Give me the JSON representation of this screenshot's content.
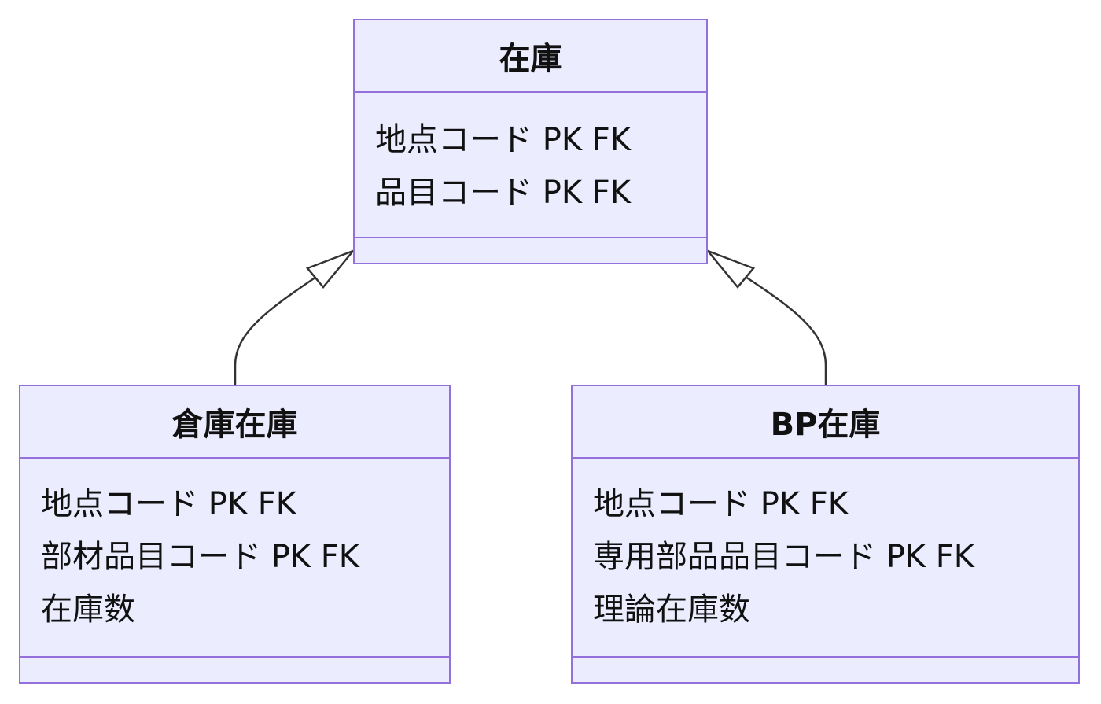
{
  "diagram": {
    "classes": [
      {
        "id": "zaiko",
        "title": "在庫",
        "attributes": [
          "地点コード PK FK",
          "品目コード PK FK"
        ]
      },
      {
        "id": "souko",
        "title": "倉庫在庫",
        "attributes": [
          "地点コード PK FK",
          "部材品目コード PK FK",
          "在庫数"
        ]
      },
      {
        "id": "bp",
        "title": "BP在庫",
        "attributes": [
          "地点コード PK FK",
          "専用部品品目コード PK FK",
          "理論在庫数"
        ]
      }
    ],
    "relations": [
      {
        "from": "souko",
        "to": "zaiko",
        "type": "inheritance"
      },
      {
        "from": "bp",
        "to": "zaiko",
        "type": "inheritance"
      }
    ],
    "colors": {
      "box_fill": "#ECECFF",
      "box_border": "#9370DB",
      "edge": "#333333",
      "text": "#111111"
    }
  }
}
